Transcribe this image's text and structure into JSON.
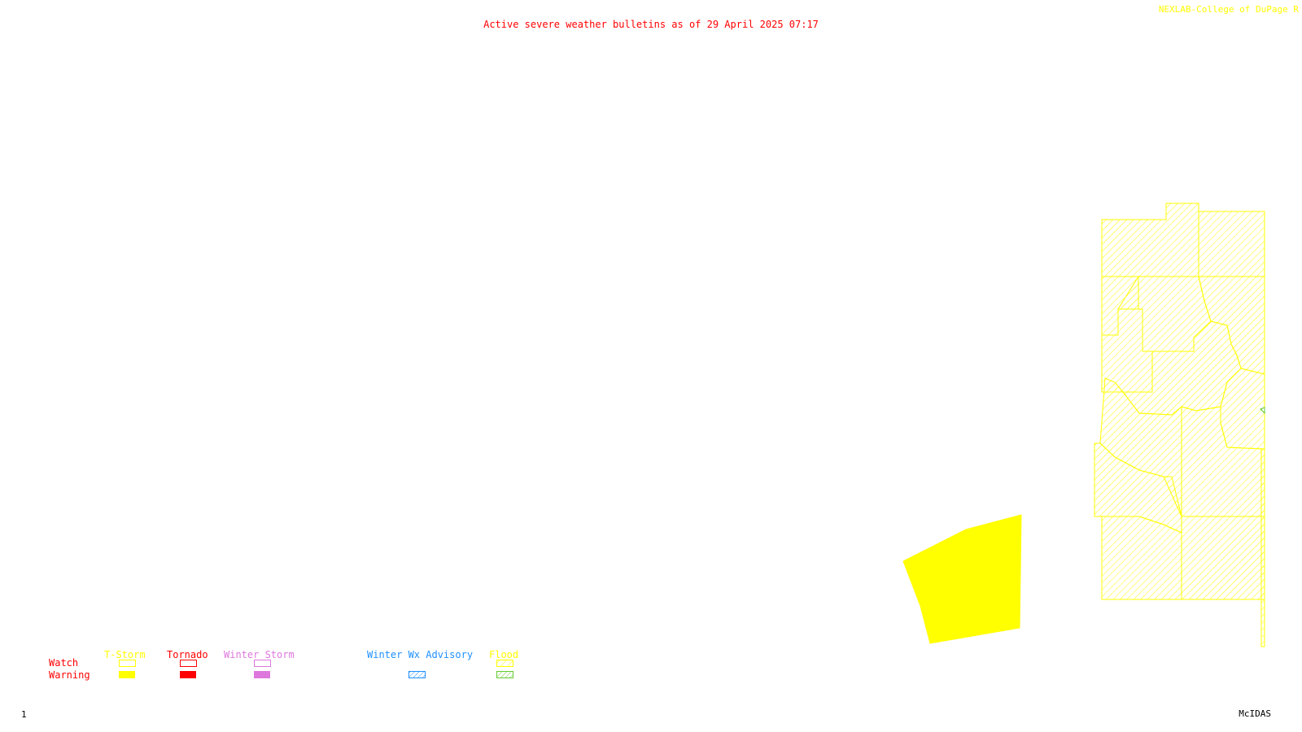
{
  "header": {
    "title": "Active severe weather bulletins as of 29 April 2025 07:17",
    "credit": "NEXLAB-College of DuPage R"
  },
  "footer": {
    "frame_number": "1",
    "system_name": "McIDAS"
  },
  "legend": {
    "row_labels": {
      "watch": "Watch",
      "warning": "Warning"
    },
    "categories": [
      {
        "label": "T-Storm",
        "color": "#ffff00",
        "watch_style": "outline",
        "warning_style": "solid"
      },
      {
        "label": "Tornado",
        "color": "#ff0000",
        "watch_style": "outline",
        "warning_style": "solid"
      },
      {
        "label": "Winter Storm",
        "color": "#dd77dd",
        "watch_style": "outline",
        "warning_style": "solid"
      },
      {
        "label": "Winter Wx Advisory",
        "color": "#1e90ff",
        "warning_style": "hatched"
      },
      {
        "label": "Flood",
        "color": "#ffff00",
        "warning_color": "#66cc33",
        "watch_style": "hatched",
        "warning_style": "hatched"
      }
    ]
  },
  "colors": {
    "title": "#ff0000",
    "credit": "#ffff00",
    "footer": "#000000",
    "tstorm_warning_fill": "#ffff00",
    "flood_watch_hatch": "#ffff00",
    "flood_warning_hatch": "#66cc33"
  },
  "map": {
    "areas": [
      {
        "type": "T-Storm Warning",
        "style": "solid"
      },
      {
        "type": "Flood Watch",
        "style": "hatched",
        "county_count": 14
      }
    ]
  }
}
